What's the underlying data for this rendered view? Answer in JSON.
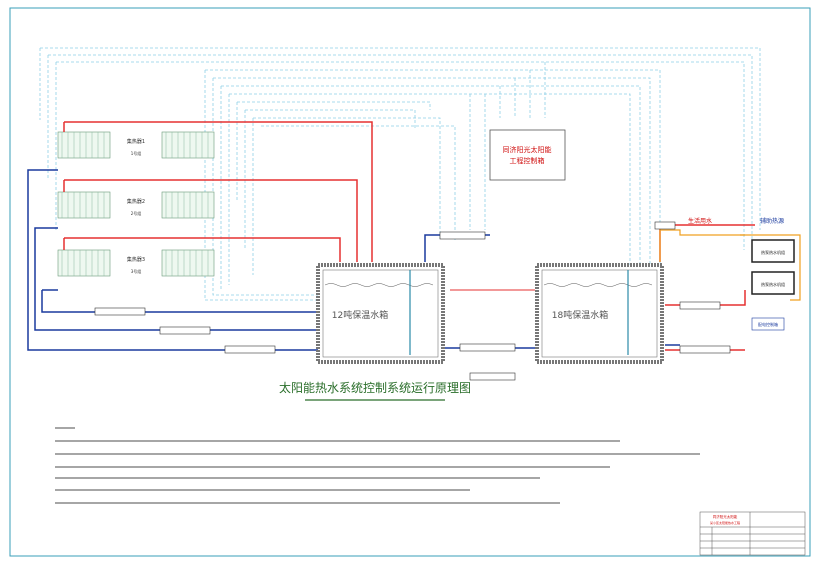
{
  "diagram": {
    "title": "太阳能热水系统控制系统运行原理图",
    "controller_label_1": "同济阳光太阳能",
    "controller_label_2": "工程控制箱",
    "tank_left_label": "12吨保温水箱",
    "tank_right_label": "18吨保温水箱",
    "collector_labels": [
      "集热器1",
      "集热器2",
      "集热器3"
    ],
    "collector_sublabels": [
      "1号组",
      "2号组",
      "3号组"
    ],
    "supply_label": "生活用水",
    "heater_label": "辅助热源",
    "heat_units": [
      "热泵热水机组",
      "热泵热水机组"
    ],
    "control_box_label": "配电控制箱"
  },
  "title_block": {
    "company": "同济阳光太阳能",
    "project": "某小区太阳能热水工程"
  },
  "colors": {
    "hot": "#e53030",
    "cold": "#1a3a9e",
    "signal": "#8fd0e6",
    "frame": "#3a9fb8",
    "title": "#2a6e2a"
  }
}
